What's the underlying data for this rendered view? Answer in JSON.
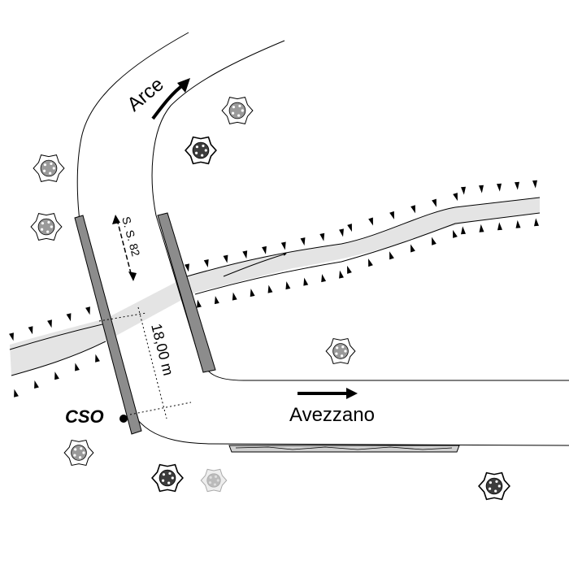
{
  "map": {
    "labels": {
      "arce": "Arce",
      "avezzano": "Avezzano",
      "road": "S. S. 82",
      "width": "18,00 m",
      "cso": "CSO"
    },
    "colors": {
      "river_fill": "#e4e4e4",
      "bridge_parapet": "#8c8c8c",
      "tree_light": "#9a9a9a",
      "tree_dark": "#3c3c3c",
      "line": "#000000"
    }
  }
}
